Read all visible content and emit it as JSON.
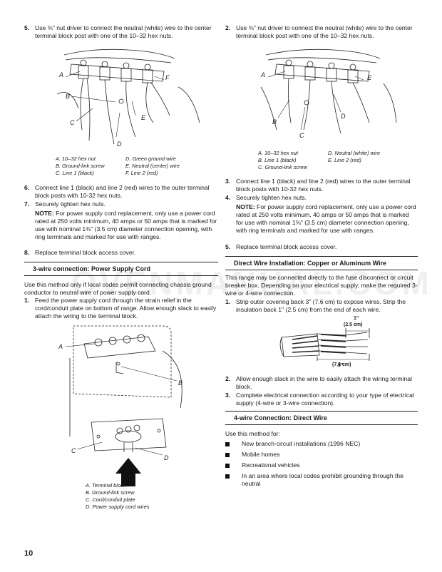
{
  "page_number": "10",
  "watermark": "OVENMANUAL.COM",
  "left": {
    "step5": {
      "num": "5.",
      "text": "Use ⅜\" nut driver to connect the neutral (white) wire to the center terminal block post with one of the 10–32 hex nuts."
    },
    "fig1": {
      "labels": {
        "A": "A",
        "B": "B",
        "C": "C",
        "D": "D",
        "E": "E",
        "F": "F"
      },
      "captions": [
        "A. 10–32 hex nut",
        "D. Green ground wire",
        "B. Ground-link screw",
        "E. Neutral (center) wire",
        "C. Line 1 (black)",
        "F. Line 2 (red)"
      ]
    },
    "step6": {
      "num": "6.",
      "text": "Connect line 1 (black) and line 2 (red) wires to the outer terminal block posts with 10-32 hex nuts."
    },
    "step7": {
      "num": "7.",
      "text": "Securely tighten hex nuts."
    },
    "note": {
      "label": "NOTE:",
      "text": "For power supply cord replacement, only use a power cord rated at 250 volts minimum, 40 amps or 50 amps that is marked for use with nominal 1⅜\" (3.5 cm) diameter connection opening, with ring terminals and marked for use with ranges."
    },
    "step8": {
      "num": "8.",
      "text": "Replace terminal block access cover."
    },
    "section_heading": "3-wire connection: Power Supply Cord",
    "section_intro": "Use this method only if local codes permit connecting chassis ground conductor to neutral wire of power supply cord.",
    "step1": {
      "num": "1.",
      "text": "Feed the power supply cord through the strain relief in the cord/conduit plate on bottom of range. Allow enough slack to easily attach the wiring to the terminal block."
    },
    "fig3": {
      "labels": {
        "A": "A",
        "B": "B",
        "C": "C",
        "D": "D"
      },
      "captions": [
        "A. Terminal block",
        "B. Ground-link screw",
        "C. Cord/conduit plate",
        "D. Power supply cord wires"
      ]
    }
  },
  "right": {
    "step2": {
      "num": "2.",
      "text": "Use ⅜\" nut driver to connect the neutral (white) wire to the center terminal block post with one of the 10–32 hex nuts."
    },
    "fig2": {
      "labels": {
        "A": "A",
        "B": "B",
        "C": "C",
        "D": "D",
        "E": "E"
      },
      "captions": [
        "A. 10–32 hex nut",
        "D. Neutral (white) wire",
        "B. Line 1 (black)",
        "E. Line 2 (red)",
        "C. Ground-link screw"
      ]
    },
    "step3": {
      "num": "3.",
      "text": "Connect line 1 (black) and line 2 (red) wires to the outer terminal block posts with 10-32 hex nuts."
    },
    "step4": {
      "num": "4.",
      "text": "Securely tighten hex nuts."
    },
    "note": {
      "label": "NOTE:",
      "text": "For power supply cord replacement, only use a power cord rated at 250 volts minimum, 40 amps or 50 amps that is marked for use with nominal 1⅜\" (3.5 cm) diameter connection opening, with ring terminals and marked for use with ranges."
    },
    "step5": {
      "num": "5.",
      "text": "Replace terminal block access cover."
    },
    "section1_heading": "Direct Wire Installation: Copper or Aluminum Wire",
    "section1_intro": "This range may be connected directly to the fuse disconnect or circuit breaker box. Depending on your electrical supply, make the required 3-wire or 4-wire connection.",
    "s1step1": {
      "num": "1.",
      "text": "Strip outer covering back 3\" (7.6 cm) to expose wires. Strip the insulation back 1\" (2.5 cm) from the end of each wire."
    },
    "fig4": {
      "dim1_a": "1\"",
      "dim1_b": "(2.5 cm)",
      "dim2_a": "3\"",
      "dim2_b": "(7.6 cm)"
    },
    "s1step2": {
      "num": "2.",
      "text": "Allow enough slack in the wire to easily attach the wiring terminal block."
    },
    "s1step3": {
      "num": "3.",
      "text": "Complete electrical connection according to your type of electrical supply (4-wire or 3-wire connection)."
    },
    "section2_heading": "4-wire Connection: Direct Wire",
    "section2_intro": "Use this method for:",
    "bullets": [
      "New branch-circuit installations (1996 NEC)",
      "Mobile homes",
      "Recreational vehicles",
      "In an area where local codes prohibit grounding through the neutral"
    ]
  }
}
